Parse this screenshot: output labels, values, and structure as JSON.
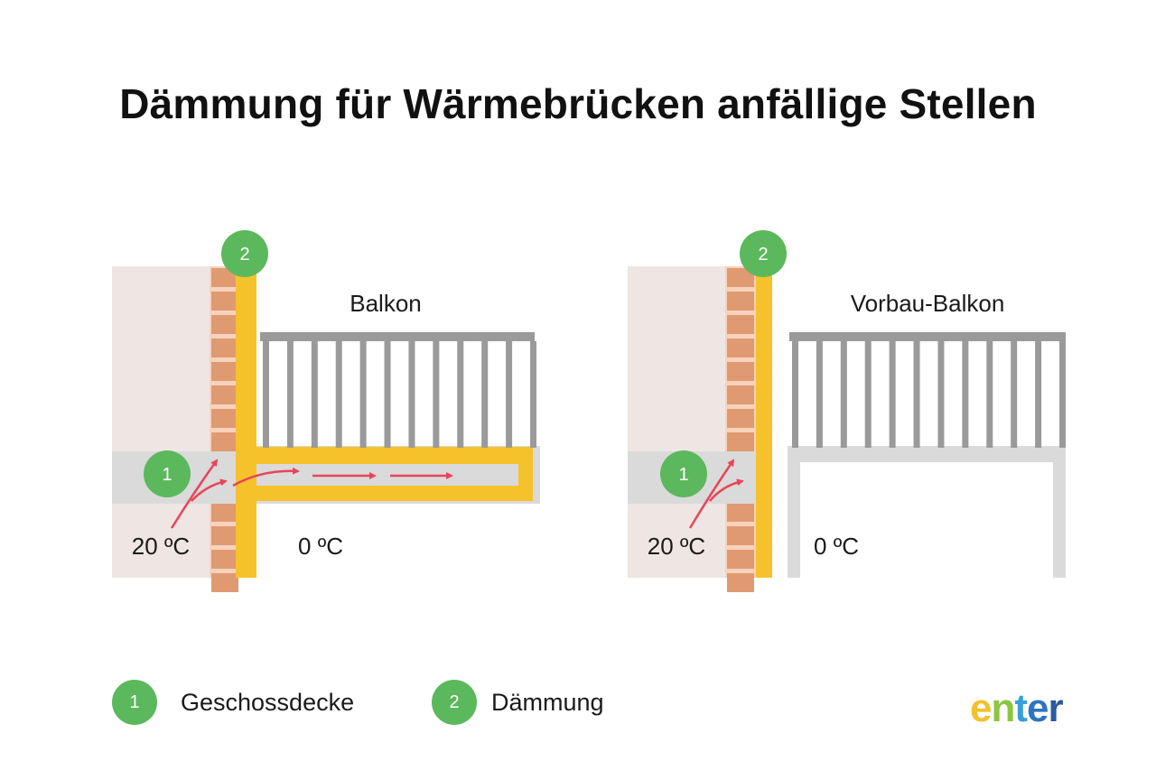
{
  "title": "Dämmung für Wärmebrücken anfällige Stellen",
  "panels": [
    {
      "label": "Balkon",
      "temp_inside": "20 ºC",
      "temp_outside": "0 ºC",
      "badge_floor": "1",
      "badge_insulation": "2"
    },
    {
      "label": "Vorbau-Balkon",
      "temp_inside": "20 ºC",
      "temp_outside": "0 ºC",
      "badge_floor": "1",
      "badge_insulation": "2"
    }
  ],
  "legend": [
    {
      "number": "1",
      "label": "Geschossdecke"
    },
    {
      "number": "2",
      "label": "Dämmung"
    }
  ],
  "logo": {
    "letters": [
      "e",
      "n",
      "t",
      "e",
      "r"
    ],
    "colors": [
      "#f2c12e",
      "#8cc63e",
      "#3a9fd8",
      "#2e74c0",
      "#2b5a9e"
    ]
  },
  "colors": {
    "wall": "#efe6e3",
    "brick": "#e09a72",
    "mortar": "#f7d2bd",
    "insulation": "#f6c22c",
    "slab": "#dadada",
    "railing": "#9a9a9a",
    "badge": "#5cb85c",
    "arrow": "#e8455a"
  }
}
